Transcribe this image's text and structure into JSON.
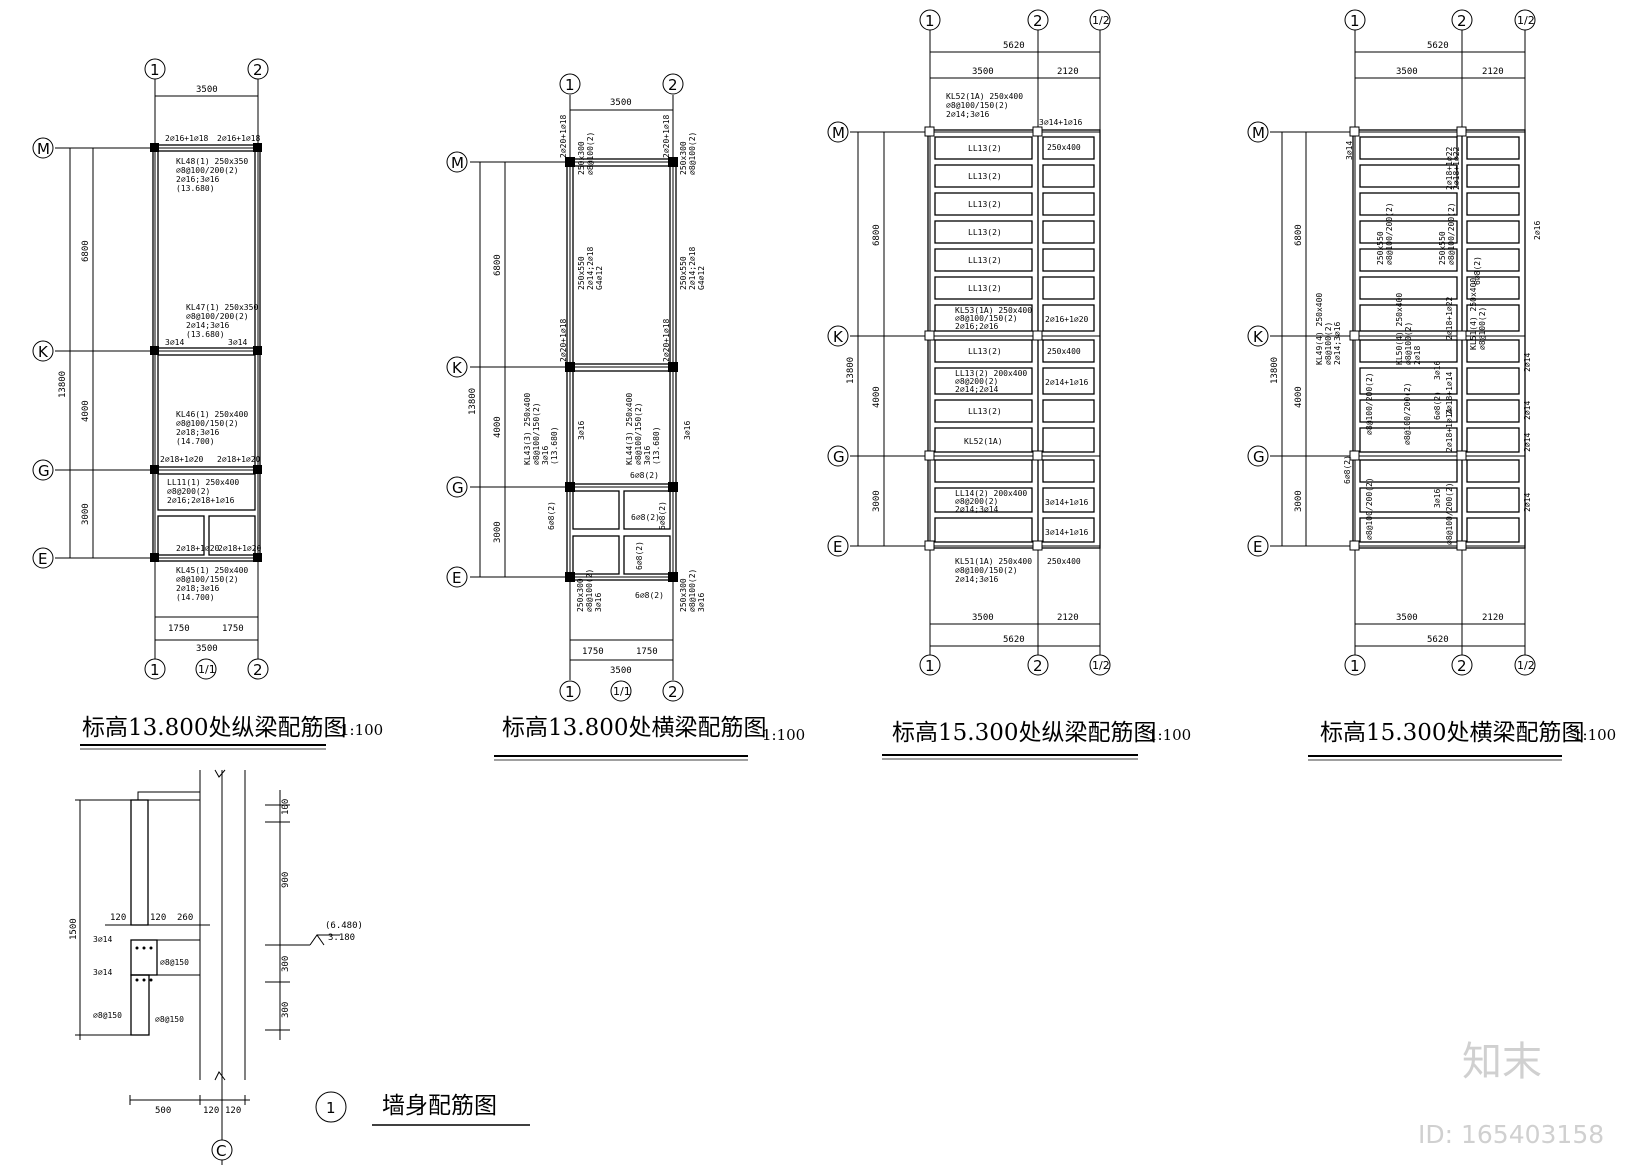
{
  "drawings": [
    {
      "title": "标高13.800处纵梁配筋图",
      "scale": "1:100",
      "axes_top": [
        "1",
        "2"
      ],
      "axes_bottom": [
        "1",
        "1/1",
        "2"
      ],
      "axes_left": [
        "M",
        "K",
        "G",
        "E"
      ],
      "dims_top": [
        "3500"
      ],
      "dims_bottom": [
        "1750",
        "1750",
        "3500"
      ],
      "dims_left": [
        "6800",
        "4000",
        "3000",
        "13800"
      ],
      "notes": [
        "2⌀16+1⌀18",
        "2⌀16+1⌀18",
        "KL48(1) 250x350",
        "⌀8@100/200(2)",
        "2⌀16;3⌀16",
        "(13.680)",
        "KL47(1) 250x350",
        "⌀8@100/200(2)",
        "2⌀14;3⌀16",
        "(13.680)",
        "3⌀14",
        "3⌀14",
        "KL46(1) 250x400",
        "⌀8@100/150(2)",
        "2⌀18;3⌀16",
        "(14.700)",
        "2⌀18+1⌀20",
        "2⌀18+1⌀20",
        "LL11(1) 250x400",
        "⌀8@200(2)",
        "2⌀16;2⌀18+1⌀16",
        "2⌀18+1⌀20",
        "2⌀18+1⌀20",
        "KL45(1) 250x400",
        "⌀8@100/150(2)",
        "2⌀18;3⌀16",
        "(14.700)"
      ]
    },
    {
      "title": "标高13.800处横梁配筋图",
      "scale": "1:100",
      "axes_top": [
        "1",
        "2"
      ],
      "axes_bottom": [
        "1",
        "1/1",
        "2"
      ],
      "axes_left": [
        "M",
        "K",
        "G",
        "E"
      ],
      "dims_top": [
        "3500"
      ],
      "dims_bottom": [
        "1750",
        "1750",
        "3500"
      ],
      "dims_left": [
        "6800",
        "4000",
        "3000",
        "13800"
      ],
      "notes": [
        "2⌀20+1⌀18",
        "250x300",
        "⌀8@100(2)",
        "2⌀20+1⌀18",
        "250x300",
        "⌀8@100(2)",
        "250x550",
        "2⌀14;2⌀18",
        "G4⌀12",
        "250x550",
        "2⌀14;2⌀18",
        "G4⌀12",
        "2⌀20+1⌀18",
        "2⌀20+1⌀18",
        "KL43(3) 250x400",
        "⌀8@100/150(2)",
        "3⌀16",
        "(13.680)",
        "KL44(3) 250x400",
        "⌀8@100/150(2)",
        "3⌀16",
        "(13.680)",
        "3⌀16",
        "3⌀16",
        "6⌀8(2)",
        "6⌀8(2)",
        "6⌀8(2)",
        "6⌀8(2)",
        "6⌀8(2)",
        "6⌀8(2)",
        "250x300",
        "⌀8@100(2)",
        "3⌀16",
        "250x300",
        "⌀8@100(2)",
        "3⌀16"
      ]
    },
    {
      "title": "标高15.300处纵梁配筋图",
      "scale": "1:100",
      "axes_top": [
        "1",
        "2",
        "1/2"
      ],
      "axes_bottom": [
        "1",
        "2",
        "1/2"
      ],
      "axes_left": [
        "M",
        "K",
        "G",
        "E"
      ],
      "dims_top": [
        "5620",
        "3500",
        "2120"
      ],
      "dims_bottom": [
        "3500",
        "2120",
        "5620"
      ],
      "dims_left": [
        "6800",
        "4000",
        "3000",
        "13800"
      ],
      "notes": [
        "KL52(1A) 250x400",
        "⌀8@100/150(2)",
        "2⌀14;3⌀16",
        "3⌀14+1⌀16",
        "250x400",
        "LL13(2)",
        "LL13(2)",
        "LL13(2)",
        "LL13(2)",
        "LL13(2)",
        "LL13(2)",
        "KL53(1A) 250x400",
        "⌀8@100/150(2)",
        "2⌀16;2⌀16",
        "2⌀16+1⌀20",
        "LL13(2)",
        "250x400",
        "LL13(2) 200x400",
        "⌀8@200(2)",
        "2⌀14;2⌀14",
        "2⌀14+1⌀16",
        "LL13(2)",
        "KL52(1A)",
        "LL14(2) 200x400",
        "⌀8@200(2)",
        "2⌀14;3⌀14",
        "3⌀14+1⌀16",
        "3⌀14+1⌀16",
        "KL51(1A) 250x400",
        "⌀8@100/150(2)",
        "2⌀14;3⌀16",
        "250x400"
      ]
    },
    {
      "title": "标高15.300处横梁配筋图",
      "scale": "1:100",
      "axes_top": [
        "1",
        "2",
        "1/2"
      ],
      "axes_bottom": [
        "1",
        "2",
        "1/2"
      ],
      "axes_left": [
        "M",
        "K",
        "G",
        "E"
      ],
      "dims_top": [
        "5620",
        "3500",
        "2120"
      ],
      "dims_bottom": [
        "3500",
        "2120",
        "5620"
      ],
      "dims_left": [
        "6800",
        "4000",
        "3000",
        "13800"
      ],
      "notes": [
        "3⌀14",
        "2⌀18+1⌀22",
        "2⌀18+1⌀22",
        "250x550",
        "⌀8@100/200(2)",
        "250x550",
        "⌀8@100/200(2)",
        "2⌀16",
        "6⌀8(2)",
        "KL49(4) 250x400",
        "⌀8@100(2)",
        "2⌀14;3⌀16",
        "KL50(4) 250x400",
        "⌀8@100(2)",
        "2⌀18",
        "KL51(4) 250x400",
        "⌀8@100(2)",
        "2⌀18+1⌀22",
        "3⌀16",
        "2⌀14",
        "2⌀14",
        "2⌀14",
        "2⌀14",
        "⌀8@100/200(2)",
        "6⌀8(2)",
        "2⌀18+1⌀14",
        "⌀8@100/200(2)",
        "2⌀18+1⌀14",
        "6⌀8(2)",
        "⌀8@100/200(2)",
        "3⌀16",
        "⌀8@100/200(2)"
      ]
    }
  ],
  "wall_detail": {
    "marker": "1",
    "title": "墙身配筋图",
    "axis": "C",
    "dims": [
      "120",
      "120",
      "260",
      "1500",
      "100",
      "900",
      "300",
      "300",
      "500",
      "120",
      "120"
    ],
    "level_top": "(6.480)",
    "level_bottom": "3.180",
    "rebar": [
      "3⌀14",
      "3⌀14",
      "⌀8@150",
      "⌀8@150",
      "⌀8@150"
    ]
  },
  "watermark": {
    "brand": "知末",
    "id_text": "ID: 165403158"
  }
}
